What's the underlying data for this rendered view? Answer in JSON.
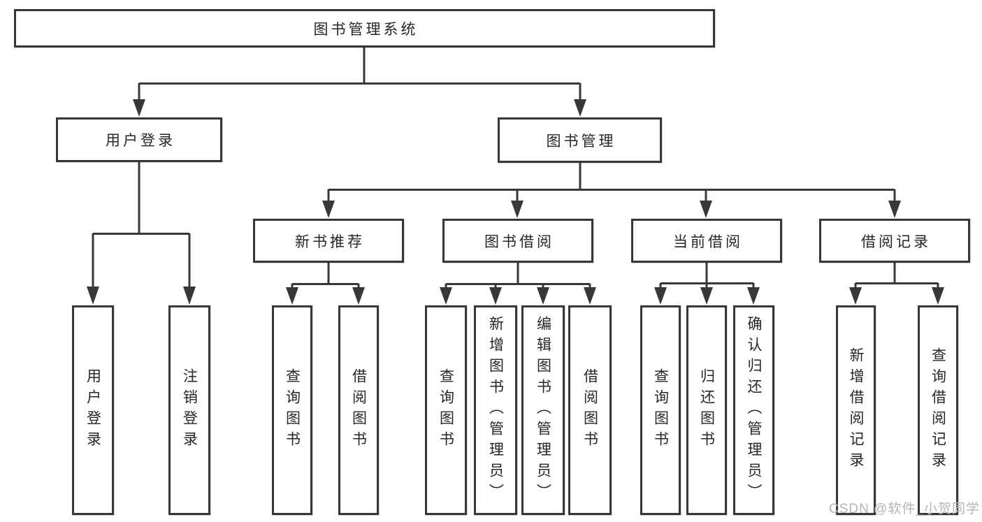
{
  "diagram": {
    "root": {
      "label": "图书管理系统"
    },
    "level2": [
      {
        "label": "用户登录"
      },
      {
        "label": "图书管理"
      }
    ],
    "level3": [
      {
        "label": "新书推荐"
      },
      {
        "label": "图书借阅"
      },
      {
        "label": "当前借阅"
      },
      {
        "label": "借阅记录"
      }
    ],
    "leaves": {
      "user_login": [
        {
          "label": "用户登录"
        },
        {
          "label": "注销登录"
        }
      ],
      "new_book": [
        {
          "label": "查询图书"
        },
        {
          "label": "借阅图书"
        }
      ],
      "book_borrow": [
        {
          "label": "查询图书"
        },
        {
          "label": "新增图书（管理员）"
        },
        {
          "label": "编辑图书（管理员）"
        },
        {
          "label": "借阅图书"
        }
      ],
      "current_borrow": [
        {
          "label": "查询图书"
        },
        {
          "label": "归还图书"
        },
        {
          "label": "确认归还（管理员）"
        }
      ],
      "borrow_records": [
        {
          "label": "新增借阅记录"
        },
        {
          "label": "查询借阅记录"
        }
      ]
    }
  },
  "watermark": {
    "text": "CSDN @软件_小贺同学"
  },
  "colors": {
    "line": "#383838",
    "border": "#373737",
    "text": "#262626",
    "watermark": "#b4b4b4",
    "background": "#ffffff"
  }
}
